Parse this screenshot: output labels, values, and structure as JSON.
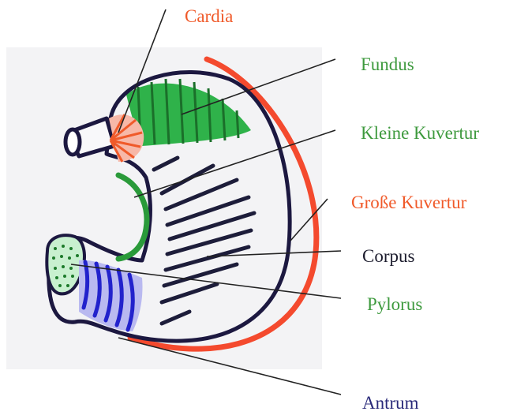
{
  "labels": {
    "cardia": "Cardia",
    "fundus": "Fundus",
    "kleine_kuvertur": "Kleine Kuvertur",
    "grosse_kuvertur": "Große Kuvertur",
    "corpus": "Corpus",
    "pylorus": "Pylorus",
    "antrum": "Antrum"
  },
  "colors": {
    "orange_red": "#f05a2a",
    "green": "#3e9a3e",
    "dark": "#1d1d2e",
    "navy": "#2a2a7a",
    "outline": "#1c1840",
    "red_line": "#f44a2e",
    "blue": "#2222cc",
    "fill_green": "#2fb24a",
    "paper": "#f3f3f5"
  }
}
